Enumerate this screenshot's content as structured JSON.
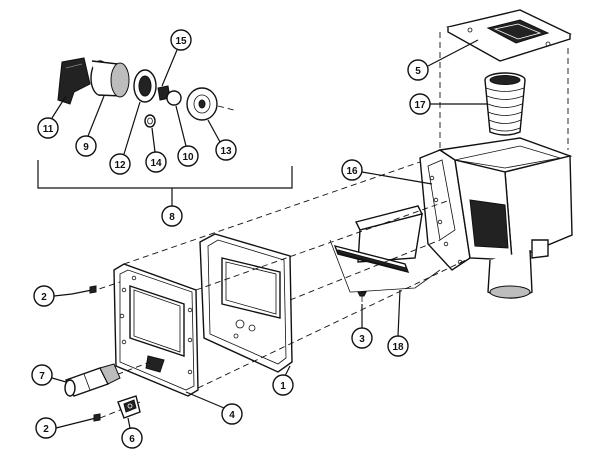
{
  "diagram": {
    "callouts": [
      {
        "id": "c1",
        "label": "1"
      },
      {
        "id": "c2a",
        "label": "2"
      },
      {
        "id": "c2b",
        "label": "2"
      },
      {
        "id": "c3",
        "label": "3"
      },
      {
        "id": "c4",
        "label": "4"
      },
      {
        "id": "c5",
        "label": "5"
      },
      {
        "id": "c6",
        "label": "6"
      },
      {
        "id": "c7",
        "label": "7"
      },
      {
        "id": "c8",
        "label": "8"
      },
      {
        "id": "c9",
        "label": "9"
      },
      {
        "id": "c10",
        "label": "10"
      },
      {
        "id": "c11",
        "label": "11"
      },
      {
        "id": "c12",
        "label": "12"
      },
      {
        "id": "c13",
        "label": "13"
      },
      {
        "id": "c14",
        "label": "14"
      },
      {
        "id": "c15",
        "label": "15"
      },
      {
        "id": "c16",
        "label": "16"
      },
      {
        "id": "c17",
        "label": "17"
      },
      {
        "id": "c18",
        "label": "18"
      }
    ]
  }
}
